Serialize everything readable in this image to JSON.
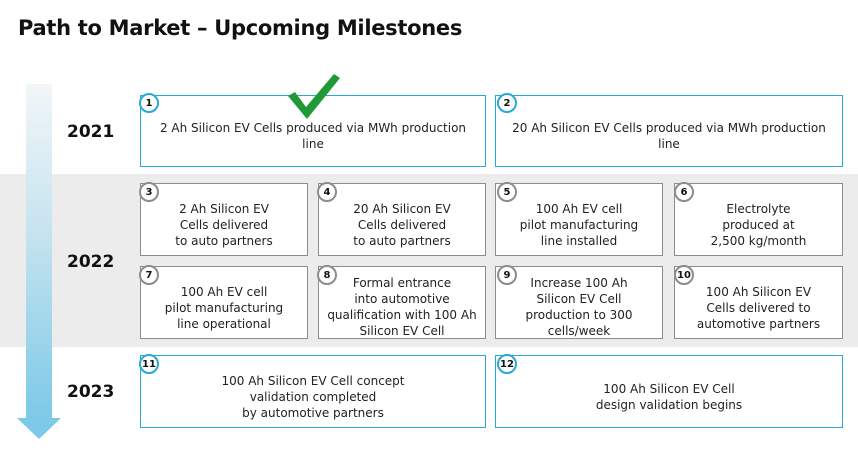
{
  "title": "Path to Market – Upcoming Milestones",
  "years": [
    "2021",
    "2022",
    "2023"
  ],
  "colors": {
    "accent_blue": "#28a9d6",
    "gray_border": "#8c8c8c",
    "check_green": "#1f9a36",
    "band": "#ececec"
  },
  "completed_icon": "check-mark-icon",
  "milestones": [
    {
      "num": "1",
      "text": "2 Ah Silicon EV Cells produced via MWh production line"
    },
    {
      "num": "2",
      "text": "20 Ah Silicon EV Cells produced via MWh production\nline"
    },
    {
      "num": "3",
      "text": "2 Ah Silicon EV\nCells delivered\nto auto partners"
    },
    {
      "num": "4",
      "text": "20 Ah Silicon EV\nCells delivered\nto auto partners"
    },
    {
      "num": "5",
      "text": "100 Ah EV cell\npilot manufacturing\nline installed"
    },
    {
      "num": "6",
      "text": "Electrolyte\nproduced at\n2,500 kg/month"
    },
    {
      "num": "7",
      "text": "100 Ah EV cell\npilot manufacturing\nline operational"
    },
    {
      "num": "8",
      "text": "Formal entrance\ninto automotive\nqualification with 100 Ah\nSilicon EV Cell"
    },
    {
      "num": "9",
      "text": "Increase 100 Ah\nSilicon EV Cell\nproduction to 300\ncells/week"
    },
    {
      "num": "10",
      "text": "100 Ah Silicon EV\nCells delivered to\nautomotive partners"
    },
    {
      "num": "11",
      "text": "100 Ah Silicon EV Cell concept\nvalidation completed\nby automotive partners"
    },
    {
      "num": "12",
      "text": "100 Ah Silicon EV Cell\ndesign validation begins"
    }
  ]
}
